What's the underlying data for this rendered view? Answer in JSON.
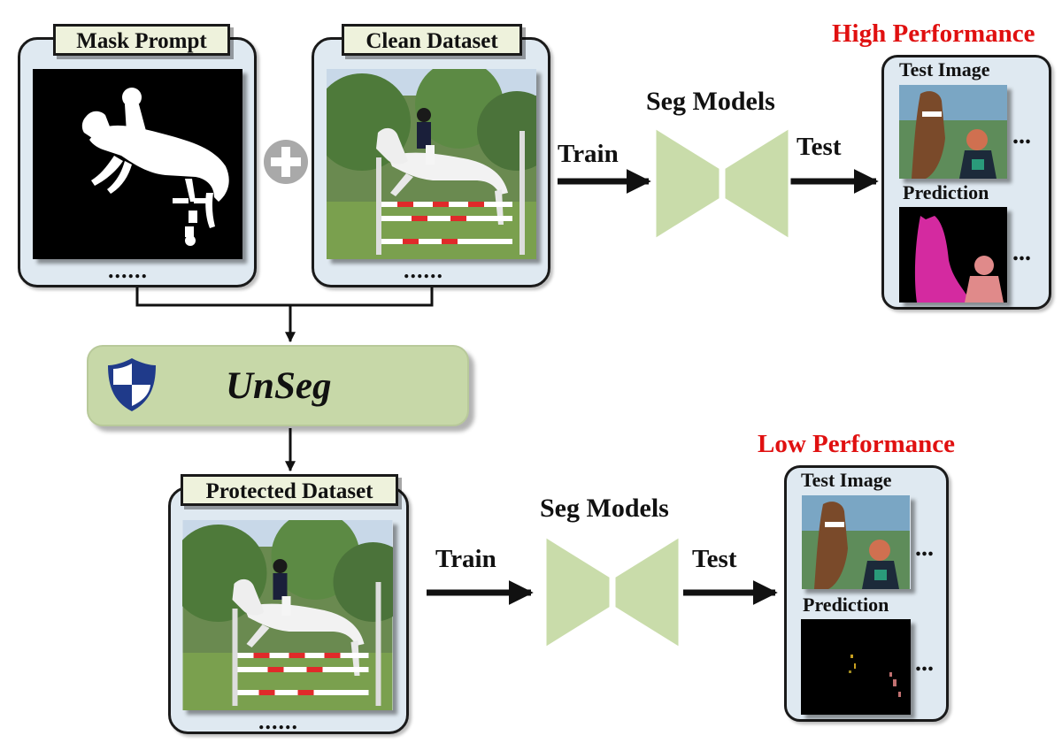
{
  "figure": {
    "inputs": {
      "mask_prompt_label": "Mask Prompt",
      "clean_dataset_label": "Clean Dataset",
      "dots": "......",
      "plus_icon": "plus-circle-icon"
    },
    "method": {
      "name": "UnSeg",
      "icon": "shield-icon"
    },
    "protected": {
      "label": "Protected Dataset",
      "dots": "......"
    },
    "top_branch": {
      "train_label": "Train",
      "model_label": "Seg Models",
      "test_label": "Test",
      "result_label": "High Performance",
      "test_image_label": "Test Image",
      "prediction_label": "Prediction",
      "ellipsis": "..."
    },
    "bottom_branch": {
      "train_label": "Train",
      "model_label": "Seg Models",
      "test_label": "Test",
      "result_label": "Low Performance",
      "test_image_label": "Test Image",
      "prediction_label": "Prediction",
      "ellipsis": "..."
    },
    "colors": {
      "result_text": "#e01010",
      "method_fill": "#c7d8a8",
      "model_fill": "#c9dcaa",
      "panel_fill": "#dfe9f1",
      "pred_horse": "#d42aa0",
      "pred_person": "#e08a8a"
    }
  }
}
